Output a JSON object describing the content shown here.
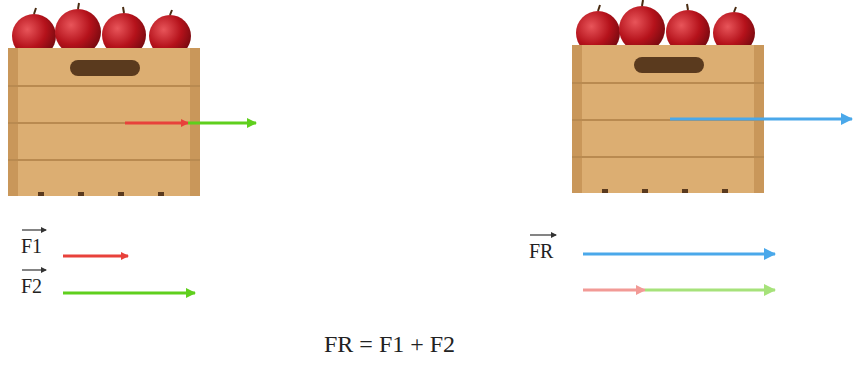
{
  "diagram": {
    "labels": [
      "F1",
      "F2",
      "FR",
      "FR = F1 + F2"
    ]
  }
}
